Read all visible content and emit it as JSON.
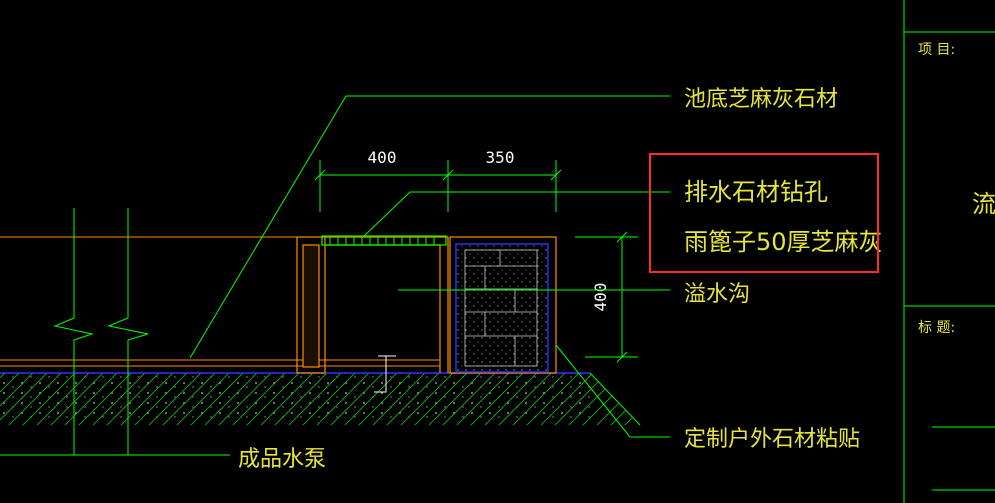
{
  "colors": {
    "background": "#000000",
    "green": "#00ff00",
    "orange": "#ff8c00",
    "yellow": "#e6e63a",
    "blue": "#3030ff",
    "white": "#ffffff",
    "highlight_red": "#ff2a2a"
  },
  "labels": {
    "pool_bottom": "池底芝麻灰石材",
    "drain_drill": "排水石材钻孔",
    "grate": "雨篦子50厚芝麻灰",
    "overflow": "溢水沟",
    "custom_stone": "定制户外石材粘贴",
    "pump": "成品水泵"
  },
  "dimensions": {
    "d400": "400",
    "d350": "350",
    "height": "400"
  },
  "title_block": {
    "project_label": "项  目:",
    "title_label": "标  题:",
    "name_fragment": "流"
  }
}
